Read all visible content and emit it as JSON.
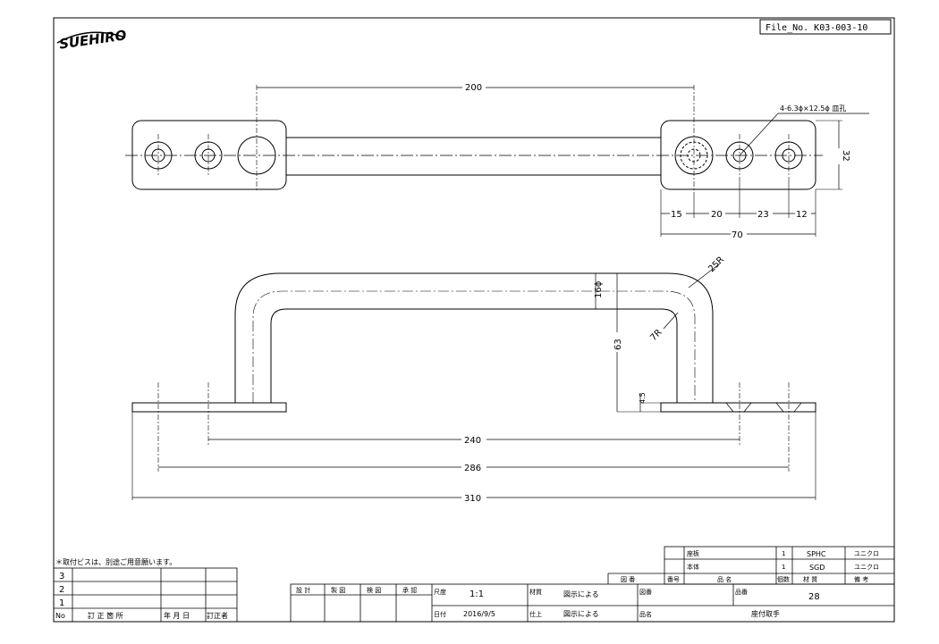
{
  "header": {
    "logo": "SUEHIRO",
    "file_no": "File_No.  K03-003-10"
  },
  "dimensions": {
    "top_200": "200",
    "hole_callout": "4-6.3ϕ×12.5ϕ 皿孔",
    "height_32": "32",
    "d15": "15",
    "d20": "20",
    "d23": "23",
    "d12": "12",
    "d70": "70",
    "r25": "25R",
    "d16": "16ϕ",
    "r7": "7R",
    "h63": "63",
    "t45": "4.5",
    "d240": "240",
    "d286": "286",
    "d310": "310"
  },
  "note": "＊取付ビスは、別途ご用意願います。",
  "revision": {
    "rows": [
      "3",
      "2",
      "1"
    ],
    "header": [
      "No",
      "訂 正 箇 所",
      "年 月 日",
      "訂正者"
    ]
  },
  "approvals": [
    "設 計",
    "製 図",
    "検 図",
    "承 認"
  ],
  "title_block": {
    "scale_label": "尺度",
    "scale_value": "1:1",
    "date_label": "日付",
    "date_value": "2016/9/5",
    "material_label": "材質",
    "material_value": "図示による",
    "finish_label": "仕上",
    "finish_value": "図示による",
    "drawing_no_label": "図番",
    "part_no_label": "品番",
    "part_no_value": "28",
    "part_name_label": "品名",
    "part_name_value": "座付取手"
  },
  "parts_list": {
    "header": [
      "図 番",
      "番号",
      "品 名",
      "個数",
      "材 質",
      "備 考"
    ],
    "rows": [
      {
        "name": "座板",
        "qty": "1",
        "material": "SPHC",
        "remark": "ユニクロ"
      },
      {
        "name": "本体",
        "qty": "1",
        "material": "SGD",
        "remark": "ユニクロ"
      }
    ]
  }
}
